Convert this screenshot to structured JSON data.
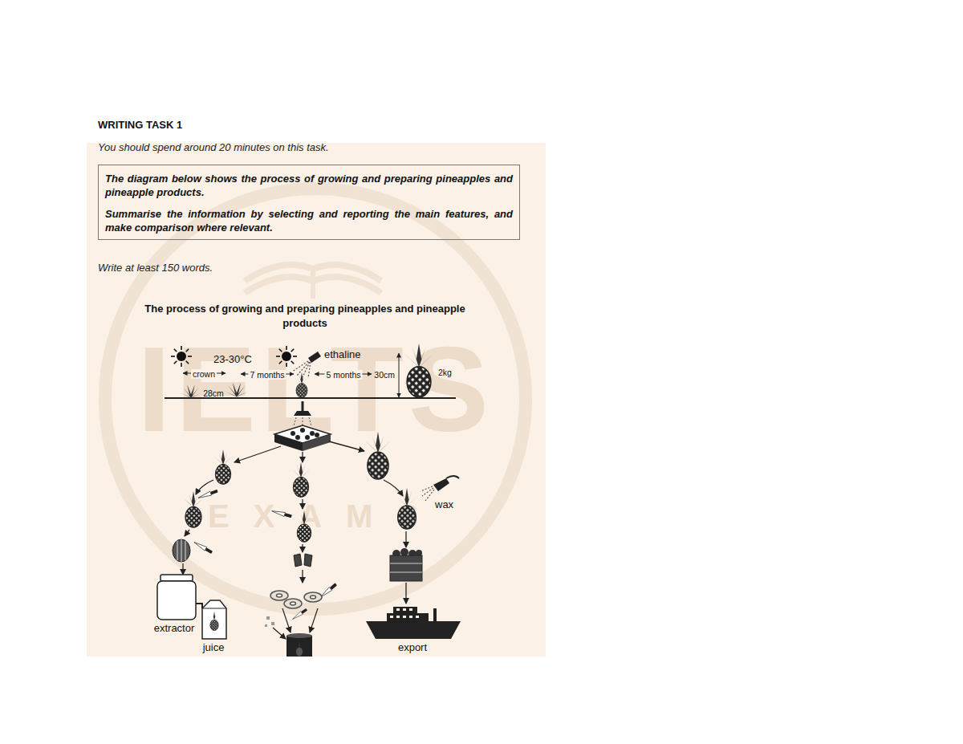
{
  "diagram": {
    "title": "WRITING TASK 1",
    "nodes": [
      {
        "text": [
          "The diagram below shows the process of growing and preparing pineapples and pineapple products.",
          "Summarise the information by selecting and reporting the main features, and make comparison where relevant."
        ]
      }
    ],
    "labels": [
      "You should spend around 20 minutes on this task.",
      "Write at least 150 words.",
      "The process of growing and preparing pineapples and pineapple products",
      "23-30°C",
      "ethaline",
      "crown",
      "7 months",
      "5 months",
      "30cm",
      "2kg",
      "28cm",
      "wax",
      "extractor",
      "juice",
      "export",
      "IELTS",
      "EXAMS"
    ]
  }
}
